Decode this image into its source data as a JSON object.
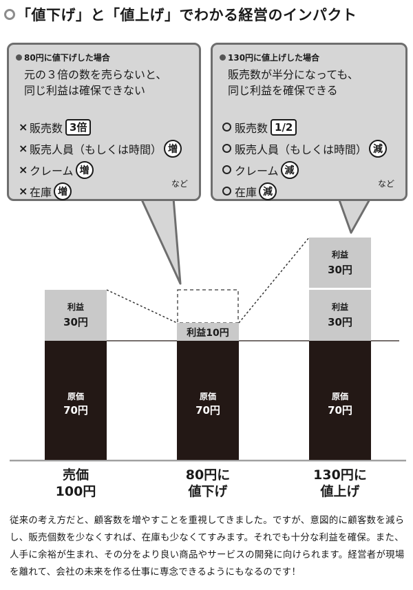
{
  "title": "「値下げ」と「値上げ」でわかる経営のインパクト",
  "left_box": {
    "header": "80円に値下げした場合",
    "lead": "元の３倍の数を売らないと、\n同じ利益は確保できない",
    "items": [
      {
        "mark": "×",
        "label": "販売数",
        "badge": "3倍"
      },
      {
        "mark": "×",
        "label": "販売人員（もしくは時間）",
        "badge": "増"
      },
      {
        "mark": "×",
        "label": "クレーム",
        "badge": "増"
      },
      {
        "mark": "×",
        "label": "在庫",
        "badge": "増"
      }
    ],
    "etc": "など"
  },
  "right_box": {
    "header": "130円に値上げした場合",
    "lead": "販売数が半分になっても、\n同じ利益を確保できる",
    "items": [
      {
        "mark": "○",
        "label": "販売数",
        "badge": "1/2"
      },
      {
        "mark": "○",
        "label": "販売人員（もしくは時間）",
        "badge": "減"
      },
      {
        "mark": "○",
        "label": "クレーム",
        "badge": "減"
      },
      {
        "mark": "○",
        "label": "在庫",
        "badge": "減"
      }
    ],
    "etc": "など"
  },
  "chart_data": {
    "type": "bar",
    "categories": [
      "売価\n100円",
      "80円に\n値下げ",
      "130円に\n値上げ"
    ],
    "series": [
      {
        "name": "原価",
        "values": [
          70,
          70,
          70
        ]
      },
      {
        "name": "利益",
        "values": [
          30,
          10,
          60
        ]
      }
    ],
    "segment_labels": {
      "cost": [
        "原価",
        "70円"
      ],
      "profit_100": [
        "利益",
        "30円"
      ],
      "profit_80": "利益10円",
      "profit_130_upper": [
        "利益",
        "30円"
      ],
      "profit_130_lower": [
        "利益",
        "30円"
      ]
    }
  },
  "description": "従来の考え方だと、顧客数を増やすことを重視してきました。ですが、意図的に顧客数を減らし、販売個数を少なくすれば、在庫も少なくてすみます。それでも十分な利益を確保。また、人手に余裕が生まれ、その分をより良い商品やサービスの開発に向けられます。経営者が現場を離れて、会社の未来を作る仕事に専念できるようにもなるのです！"
}
